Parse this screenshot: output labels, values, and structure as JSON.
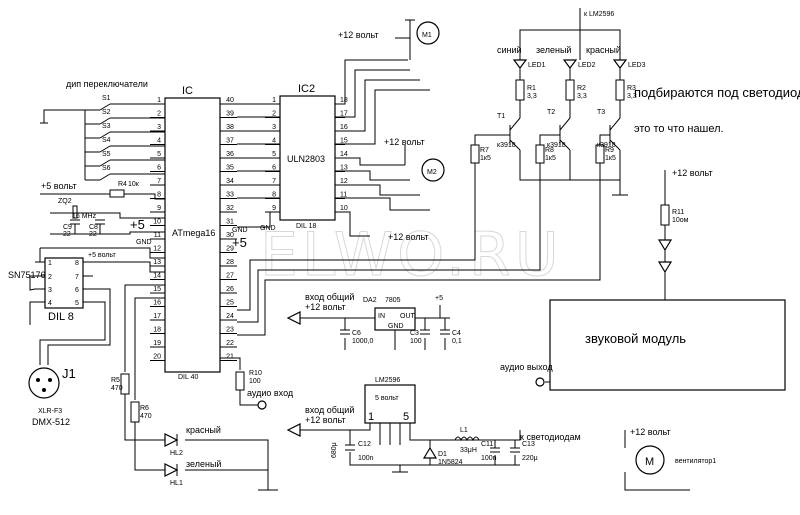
{
  "ic_main": {
    "ref": "IC",
    "name": "ATmega16",
    "package": "DIL 40",
    "left_pins": [
      "1",
      "2",
      "3",
      "4",
      "5",
      "6",
      "7",
      "8",
      "9",
      "10",
      "11",
      "12",
      "13",
      "14",
      "15",
      "16",
      "17",
      "18",
      "19",
      "20"
    ],
    "right_pins": [
      "40",
      "39",
      "38",
      "37",
      "36",
      "35",
      "34",
      "33",
      "32",
      "31",
      "30",
      "29",
      "28",
      "27",
      "26",
      "25",
      "24",
      "23",
      "22",
      "21"
    ]
  },
  "ic2": {
    "ref": "IC2",
    "name": "ULN2803",
    "package": "DIL 18",
    "left_pins": [
      "1",
      "2",
      "3",
      "4",
      "5",
      "6",
      "7",
      "8",
      "9"
    ],
    "right_pins": [
      "18",
      "17",
      "16",
      "15",
      "14",
      "13",
      "12",
      "11",
      "10"
    ]
  },
  "labels": {
    "dip": "дип переключатели",
    "switches": [
      "S1",
      "S2",
      "S3",
      "S4",
      "S5",
      "S6"
    ],
    "plus5_volt": "+5 вольт",
    "plus5": "+5",
    "gnd": "GND",
    "plus12_volt": "+12 вольт",
    "motor1": "M1",
    "motor2": "M2",
    "to_lm2596": "к LM2596",
    "led_blue": "синий",
    "led_green": "зеленый",
    "led_red": "красный",
    "led1": "LED1",
    "led2": "LED2",
    "led3": "LED3",
    "note1": "подбираются под светодиоды",
    "note2": "это то что нашел.",
    "t1": "T1",
    "t2": "T2",
    "t3": "T3",
    "tr_type": "к3918",
    "r7": "R7",
    "r8": "R8",
    "r9": "R9",
    "r_1k5": "1к5",
    "r1": "R1",
    "r2": "R2",
    "r3": "R3",
    "r_33": "3,3",
    "r11": "R11",
    "r11_val": "10ом",
    "sn": "SN75176",
    "dil8": "DIL 8",
    "j1": "J1",
    "xlr": "XLR-F3",
    "dmx": "DMX-512",
    "zq": "ZQ2",
    "xtal": "16 MHz",
    "r4": "R4",
    "r4_val": "10к",
    "c9": "C9",
    "c8": "C8",
    "c22": "22",
    "input_common": "вход общий",
    "da2": "DA2",
    "reg": "7805",
    "in": "IN",
    "out": "OUT",
    "gnd_pin": "GND",
    "c6": "C6",
    "c6_val": "1000,0",
    "c3": "C3",
    "c3_val": "100",
    "c4": "C4",
    "c4_val": "0,1",
    "sound_module": "звуковой модуль",
    "audio_out": "аудио выход",
    "audio_in": "аудио вход",
    "r10": "R10",
    "r10_val": "100",
    "r5": "R5",
    "r5_val": "470",
    "r6": "R6",
    "r6_val": "470",
    "hl_red": "красный",
    "hl_green": "зеленый",
    "hl2": "HL2",
    "hl1": "HL1",
    "lm2596": "LM2596",
    "lm_volt": "5 вольт",
    "pin1": "1",
    "pin5": "5",
    "l1": "L1",
    "l1_val": "33μH",
    "d1": "D1",
    "d1_val": "1N5824",
    "c11": "C11",
    "c11_val": "100n",
    "c12": "C12",
    "c12_val": "100n",
    "c13": "C13",
    "c13_val": "220μ",
    "c_in": "680μ",
    "to_leds": "к светодиодам",
    "fan": "вентилятор1",
    "m": "M",
    "watermark": "ELWO.RU"
  },
  "colors": {
    "line": "#000000",
    "watermark": "#d8d8d8"
  }
}
